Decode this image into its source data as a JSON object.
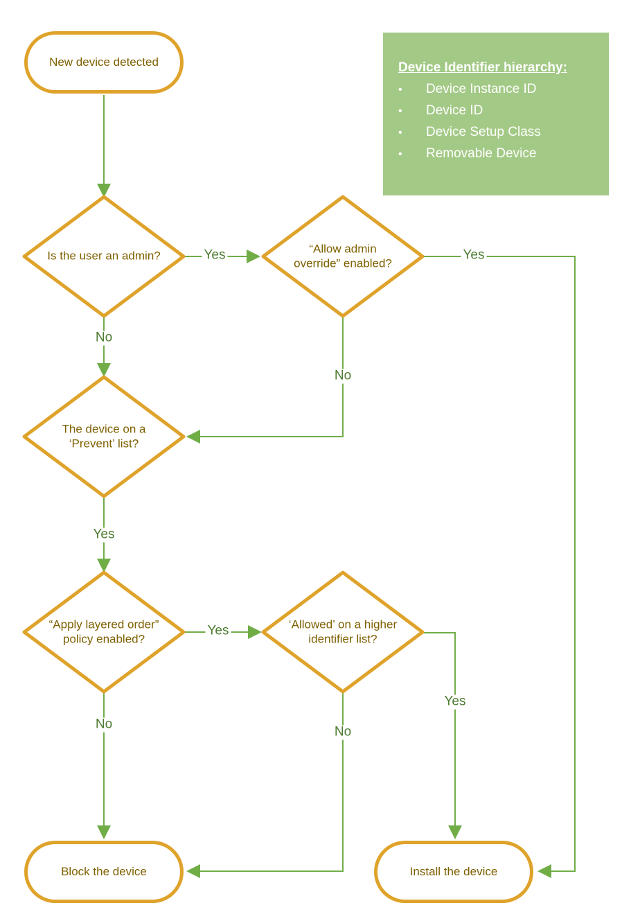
{
  "title": "Device installation decision flowchart",
  "colors": {
    "shape_border_orange": "#DFA32B",
    "connector_green": "#70AD47",
    "edge_label_green": "#4E7C31",
    "node_text_olive": "#7F6000",
    "info_box_bg": "#A3C986",
    "info_box_text": "#FFFFFF"
  },
  "nodes": {
    "start": "New device detected",
    "is_admin": "Is the user an admin?",
    "allow_override": "“Allow admin override” enabled?",
    "prevent_list": "The device on a ‘Prevent’ list?",
    "layered_order": "“Apply layered order” policy enabled?",
    "allowed_higher": "‘Allowed’ on a higher identifier list?",
    "block": "Block the device",
    "install": "Install the device"
  },
  "edge_labels": {
    "is_admin_yes": "Yes",
    "is_admin_no": "No",
    "allow_override_yes": "Yes",
    "allow_override_no": "No",
    "prevent_list_yes": "Yes",
    "layered_order_yes": "Yes",
    "layered_order_no": "No",
    "allowed_higher_yes": "Yes",
    "allowed_higher_no": "No"
  },
  "info_box": {
    "title": "Device Identifier hierarchy:",
    "bullet": "•",
    "items": [
      "Device Instance ID",
      "Device ID",
      "Device Setup Class",
      "Removable Device"
    ]
  }
}
